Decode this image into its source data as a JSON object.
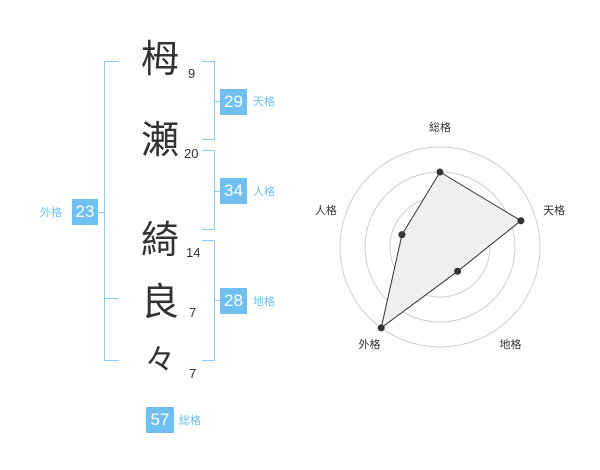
{
  "characters": [
    {
      "char": "栂",
      "strokes": "9"
    },
    {
      "char": "瀬",
      "strokes": "20"
    },
    {
      "char": "綺",
      "strokes": "14"
    },
    {
      "char": "良",
      "strokes": "7"
    },
    {
      "char": "々",
      "strokes": "7"
    }
  ],
  "fortunes": {
    "tenkaku": {
      "value": "29",
      "label": "天格"
    },
    "jinkaku": {
      "value": "34",
      "label": "人格"
    },
    "chikaku": {
      "value": "28",
      "label": "地格"
    },
    "gaikaku": {
      "value": "23",
      "label": "外格"
    },
    "soukaku": {
      "value": "57",
      "label": "総格"
    }
  },
  "colors": {
    "accent": "#6fbff0",
    "bracket": "#8ecbf2"
  },
  "chart_data": {
    "type": "radar",
    "axes": [
      "総格",
      "天格",
      "地格",
      "外格",
      "人格"
    ],
    "values": [
      0.75,
      0.85,
      0.3,
      1.0,
      0.4
    ],
    "rings": 4
  }
}
